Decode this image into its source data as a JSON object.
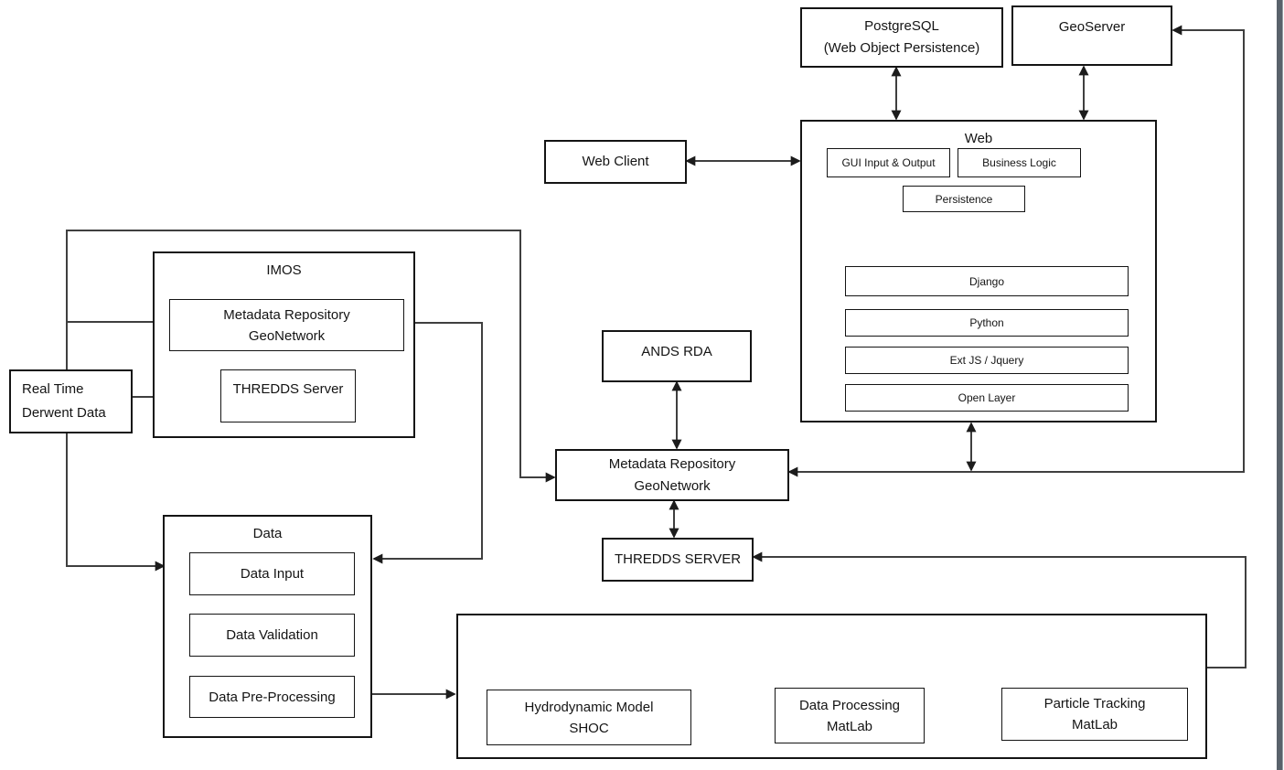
{
  "colors": {
    "box_border": "#141414",
    "connector": "#3f3f3f",
    "background": "#ffffff",
    "page_edge": "#59626b"
  },
  "nodes": {
    "postgresql": {
      "line1": "PostgreSQL",
      "line2": "(Web Object Persistence)"
    },
    "geoserver": {
      "label": "GeoServer"
    },
    "web_client": {
      "label": "Web Client"
    },
    "web": {
      "title": "Web",
      "gui": "GUI Input & Output",
      "business_logic": "Business Logic",
      "persistence": "Persistence",
      "stack": [
        "Django",
        "Python",
        "Ext JS / Jquery",
        "Open Layer"
      ]
    },
    "imos": {
      "title": "IMOS",
      "metadata_repository": {
        "line1": "Metadata Repository",
        "line2": "GeoNetwork"
      },
      "thredds": "THREDDS Server"
    },
    "real_time": {
      "line1": "Real Time",
      "line2": "Derwent Data"
    },
    "ands_rda": {
      "label": "ANDS RDA"
    },
    "metadata_repository": {
      "line1": "Metadata Repository",
      "line2": "GeoNetwork"
    },
    "thredds_server": {
      "label": "THREDDS SERVER"
    },
    "data": {
      "title": "Data",
      "items": [
        "Data Input",
        "Data Validation",
        "Data Pre-Processing"
      ]
    },
    "processing": {
      "hydrodynamic": {
        "line1": "Hydrodynamic Model",
        "line2": "SHOC"
      },
      "data_processing": {
        "line1": "Data Processing",
        "line2": "MatLab"
      },
      "particle_tracking": {
        "line1": "Particle Tracking",
        "line2": "MatLab"
      }
    }
  }
}
